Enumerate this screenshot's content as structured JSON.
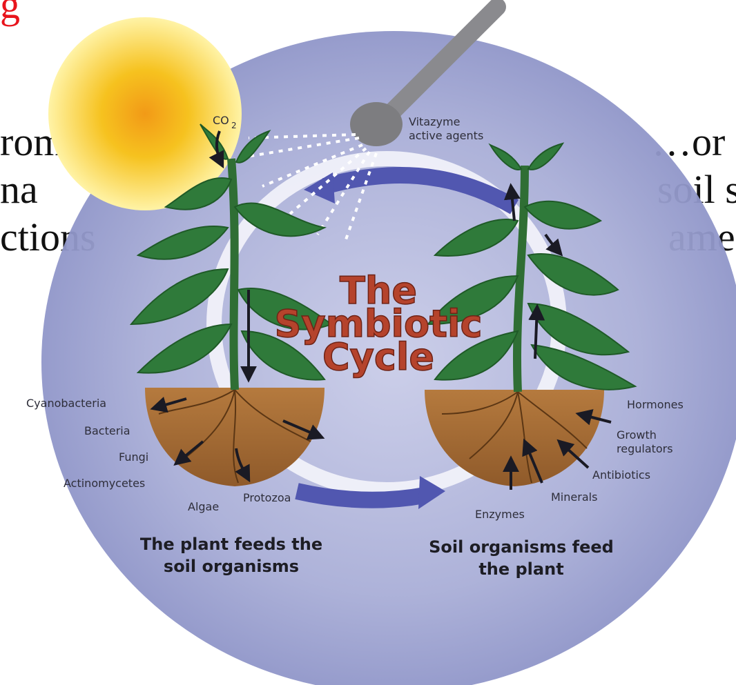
{
  "background_text": {
    "top_red": "g",
    "left_line1": "rom",
    "left_line2": "na",
    "left_line3": "ctions",
    "right_line1": "…or",
    "right_line2": "soil s",
    "right_line3": "ame"
  },
  "diagram": {
    "title_line1": "The",
    "title_line2": "Symbiotic",
    "title_line3": "Cycle",
    "co2_label": "CO",
    "co2_subscript": "2",
    "sprayer_label_line1": "Vitazyme",
    "sprayer_label_line2": "active agents",
    "left_labels": [
      "Cyanobacteria",
      "Bacteria",
      "Fungi",
      "Actinomycetes",
      "Algae",
      "Protozoa"
    ],
    "right_labels": [
      "Hormones",
      "Growth",
      "regulators",
      "Antibiotics",
      "Minerals",
      "Enzymes"
    ],
    "left_caption_line1": "The plant feeds the",
    "left_caption_line2": "soil organisms",
    "right_caption_line1": "Soil organisms feed",
    "right_caption_line2": "the plant"
  },
  "colors": {
    "red_text": "#e8141c",
    "title_fill": "#b5432c",
    "halo": "#a9aed7",
    "leaf": "#2f7a3a",
    "soil": "#a8703a",
    "arrow_blue": "#5157b0",
    "sun": "#f6c21f"
  }
}
